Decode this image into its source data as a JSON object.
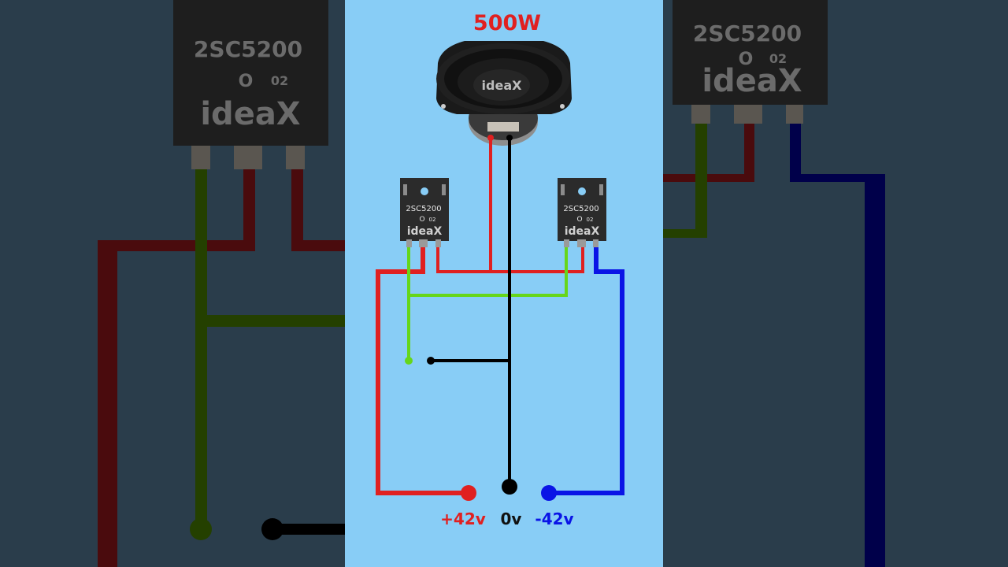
{
  "title": "500W",
  "speaker": {
    "brand": "ideaX",
    "power_label": "500W"
  },
  "transistors": [
    {
      "id": "Q1",
      "part": "2SC5200",
      "marking_line2_a": "O",
      "marking_line2_b": "02",
      "brand": "ideaX",
      "position": "left"
    },
    {
      "id": "Q2",
      "part": "2SC5200",
      "marking_line2_a": "O",
      "marking_line2_b": "02",
      "brand": "ideaX",
      "position": "right"
    }
  ],
  "terminals": [
    {
      "label": "+42v",
      "color": "#e02020"
    },
    {
      "label": "0v",
      "color": "#000000"
    },
    {
      "label": "-42v",
      "color": "#0a14e6"
    }
  ],
  "colors": {
    "background": "#88cdf6",
    "side_background": "#2a3d4b",
    "wire_red": "#e02020",
    "wire_green": "#66d61a",
    "wire_blue": "#0a14e6",
    "wire_black": "#000000",
    "transistor_body": "#2b2b2b"
  }
}
